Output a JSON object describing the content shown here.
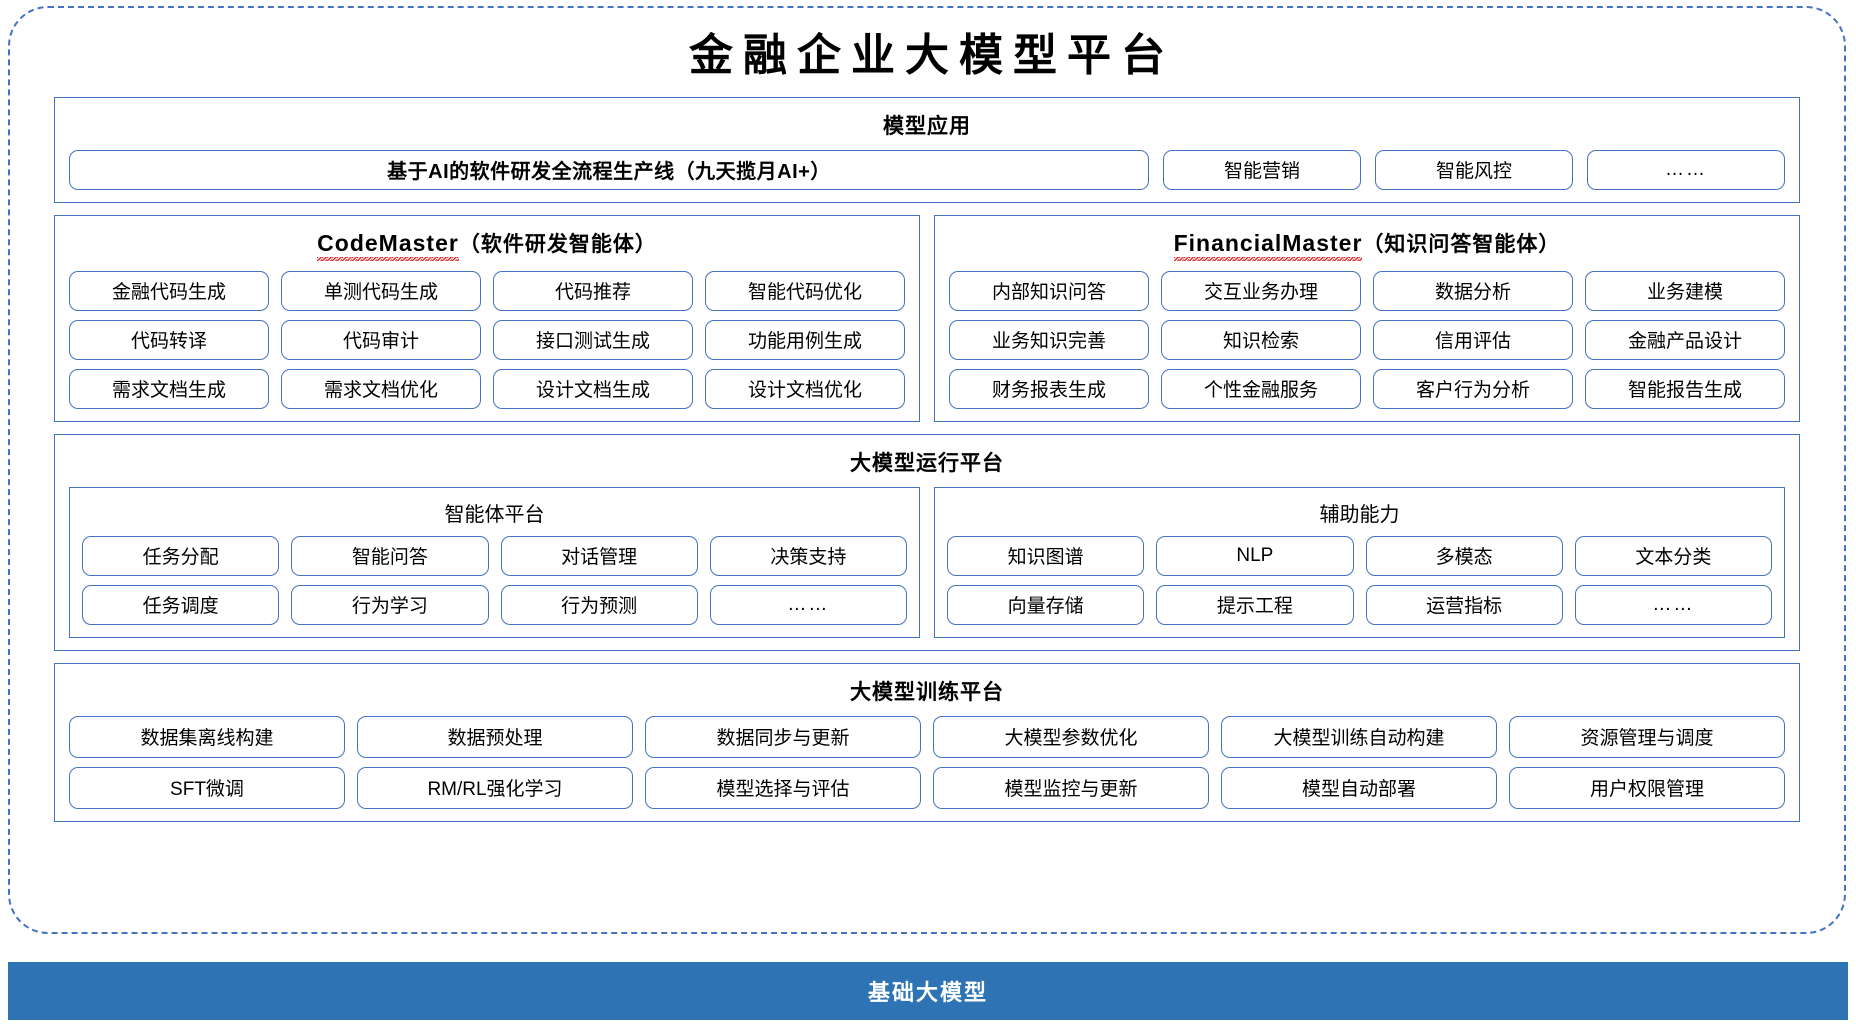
{
  "title": "金融企业大模型平台",
  "colors": {
    "frame_border": "#4472C4",
    "pill_border": "#4472C4",
    "base_bar_bg": "#2E74B5",
    "base_bar_text": "#FFFFFF",
    "spellcheck_squiggle": "#E03030"
  },
  "model_application": {
    "title": "模型应用",
    "primary_pill": "基于AI的软件研发全流程生产线（九天揽月AI+）",
    "pills": [
      "智能营销",
      "智能风控",
      "……"
    ]
  },
  "agents": [
    {
      "name_latin": "CodeMaster",
      "name_cn": "（软件研发智能体）",
      "items": [
        "金融代码生成",
        "单测代码生成",
        "代码推荐",
        "智能代码优化",
        "代码转译",
        "代码审计",
        "接口测试生成",
        "功能用例生成",
        "需求文档生成",
        "需求文档优化",
        "设计文档生成",
        "设计文档优化"
      ]
    },
    {
      "name_latin": "FinancialMaster",
      "name_cn": "（知识问答智能体）",
      "items": [
        "内部知识问答",
        "交互业务办理",
        "数据分析",
        "业务建模",
        "业务知识完善",
        "知识检索",
        "信用评估",
        "金融产品设计",
        "财务报表生成",
        "个性金融服务",
        "客户行为分析",
        "智能报告生成"
      ]
    }
  ],
  "runtime_platform": {
    "title": "大模型运行平台",
    "subpanels": [
      {
        "title": "智能体平台",
        "items": [
          "任务分配",
          "智能问答",
          "对话管理",
          "决策支持",
          "任务调度",
          "行为学习",
          "行为预测",
          "……"
        ]
      },
      {
        "title": "辅助能力",
        "items": [
          "知识图谱",
          "NLP",
          "多模态",
          "文本分类",
          "向量存储",
          "提示工程",
          "运营指标",
          "……"
        ]
      }
    ]
  },
  "training_platform": {
    "title": "大模型训练平台",
    "items": [
      "数据集离线构建",
      "数据预处理",
      "数据同步与更新",
      "大模型参数优化",
      "大模型训练自动构建",
      "资源管理与调度",
      "SFT微调",
      "RM/RL强化学习",
      "模型选择与评估",
      "模型监控与更新",
      "模型自动部署",
      "用户权限管理"
    ]
  },
  "base_model_bar": {
    "label": "基础大模型"
  }
}
